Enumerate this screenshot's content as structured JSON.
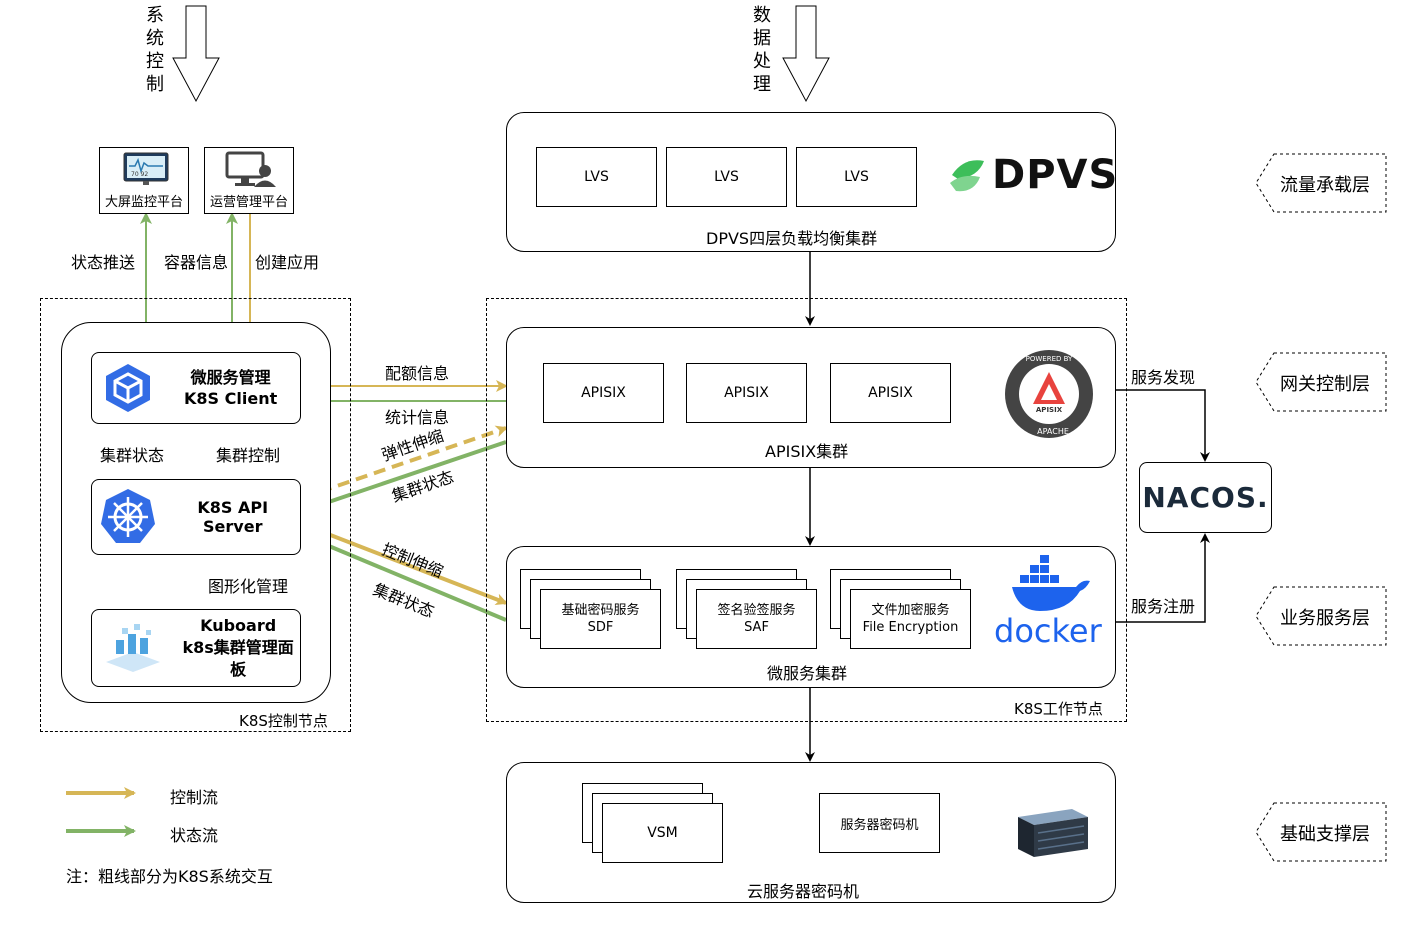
{
  "top_arrows": {
    "system_control": [
      "系",
      "统",
      "控",
      "制"
    ],
    "data_processing": [
      "数",
      "据",
      "处",
      "理"
    ]
  },
  "monitors": {
    "big_screen": {
      "label": "大屏监控平台",
      "screen_text": "70  92"
    },
    "ops_platform": {
      "label": "运营管理平台"
    }
  },
  "flows_top": {
    "status_push": "状态推送",
    "container_info": "容器信息",
    "create_app": "创建应用"
  },
  "k8s_control": {
    "title": "K8S控制节点",
    "client": {
      "line1": "微服务管理",
      "line2": "K8S Client"
    },
    "cluster_status": "集群状态",
    "cluster_control": "集群控制",
    "api_server": "K8S API Server",
    "graphical_mgmt": "图形化管理",
    "kuboard": {
      "line1": "Kuboard",
      "line2": "k8s集群管理面板"
    }
  },
  "dpvs": {
    "nodes": [
      "LVS",
      "LVS",
      "LVS"
    ],
    "caption": "DPVS四层负载均衡集群",
    "logo": "DPVS"
  },
  "k8s_worker": {
    "title": "K8S工作节点",
    "apisix": {
      "nodes": [
        "APISIX",
        "APISIX",
        "APISIX"
      ],
      "caption": "APISIX集群",
      "logo_top": "POWERED BY",
      "logo_mid": "APISIX",
      "logo_bottom": "APACHE"
    },
    "microservices": {
      "services": [
        {
          "line1": "基础密码服务",
          "line2": "SDF"
        },
        {
          "line1": "签名验签服务",
          "line2": "SAF"
        },
        {
          "line1": "文件加密服务",
          "line2": "File Encryption"
        }
      ],
      "caption": "微服务集群",
      "logo": "docker"
    }
  },
  "cross_flows": {
    "quota_info": "配额信息",
    "stats_info": "统计信息",
    "elastic_scaling": "弹性伸缩",
    "cluster_status_1": "集群状态",
    "control_scaling": "控制伸缩",
    "cluster_status_2": "集群状态"
  },
  "nacos": {
    "logo": "NACOS.",
    "service_discovery": "服务发现",
    "service_registration": "服务注册"
  },
  "cloud_hsm": {
    "vsm": "VSM",
    "server_hsm": "服务器密码机",
    "caption": "云服务器密码机"
  },
  "layers": [
    "流量承载层",
    "网关控制层",
    "业务服务层",
    "基础支撑层"
  ],
  "legend": {
    "control_flow": "控制流",
    "status_flow": "状态流",
    "note": "注：粗线部分为K8S系统交互"
  },
  "colors": {
    "control": "#D6B656",
    "status": "#82B366",
    "purple": "#9673A6",
    "k8s_blue": "#326CE5",
    "docker_blue": "#1D63ED",
    "dpvs_green": "#3DBE5A"
  }
}
